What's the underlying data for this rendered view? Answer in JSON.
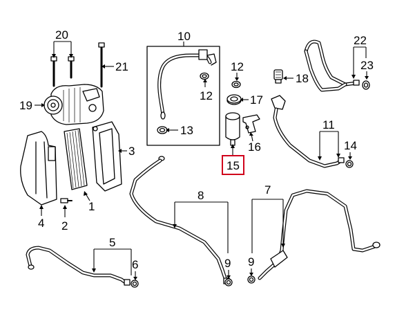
{
  "diagram": {
    "highlight_color": "#d0021b",
    "callouts": {
      "c1": "1",
      "c2": "2",
      "c3": "3",
      "c4": "4",
      "c5": "5",
      "c6": "6",
      "c7": "7",
      "c8": "8",
      "c9a": "9",
      "c9b": "9",
      "c10": "10",
      "c11": "11",
      "c12a": "12",
      "c12b": "12",
      "c13": "13",
      "c14": "14",
      "c15": "15",
      "c16": "16",
      "c17": "17",
      "c18": "18",
      "c19": "19",
      "c20": "20",
      "c21": "21",
      "c22": "22",
      "c23": "23"
    },
    "highlighted_callout": "15"
  }
}
